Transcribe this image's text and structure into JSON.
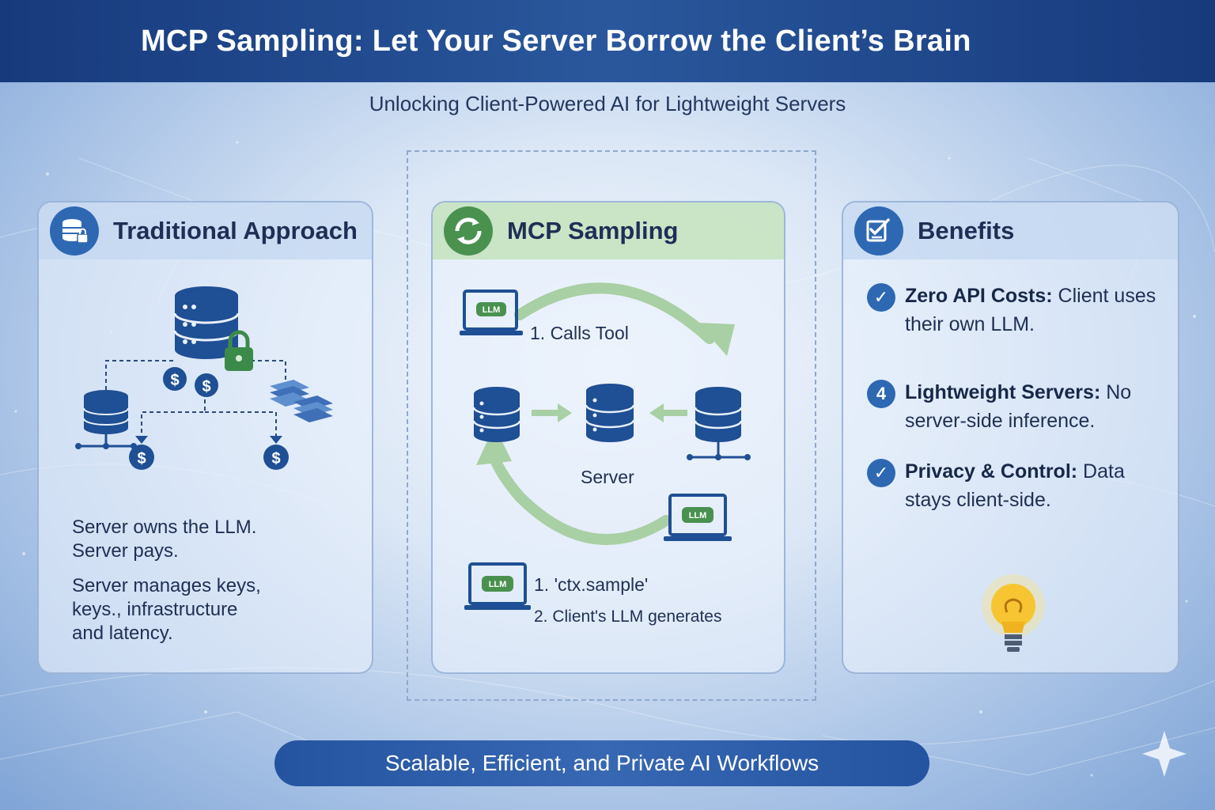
{
  "header": {
    "title": "MCP Sampling: Let Your Server Borrow the Client’s Brain"
  },
  "subtitle": "Unlocking Client-Powered AI for Lightweight Servers",
  "panels": {
    "traditional": {
      "title": "Traditional Approach",
      "line1": "Server owns the LLM.",
      "line2": "Server pays.",
      "line3": "Server manages keys,",
      "line4": "keys., infrastructure",
      "line5": "and latency.",
      "dollar": "$"
    },
    "sampling": {
      "title": "MCP Sampling",
      "step_calls_tool": "1. Calls Tool",
      "server_label": "Server",
      "step_ctx_sample": "1. 'ctx.sample'",
      "step_client_generates": "2. Client's LLM generates",
      "llm_badge": "LLM"
    },
    "benefits": {
      "title": "Benefits",
      "items": [
        {
          "bullet": "✓",
          "bold": "Zero API Costs:",
          "text": " Client uses their own LLM."
        },
        {
          "bullet": "4",
          "bold": "Lightweight Servers:",
          "text": " No server-side inference."
        },
        {
          "bullet": "✓",
          "bold": "Privacy & Control:",
          "text": " Data stays client-side."
        }
      ]
    }
  },
  "footer": {
    "label": "Scalable, Efficient, and Private AI Workflows"
  },
  "colors": {
    "navy": "#173a7c",
    "blue": "#2e68b3",
    "green": "#4a9150",
    "light_green": "#a9cfa4"
  }
}
